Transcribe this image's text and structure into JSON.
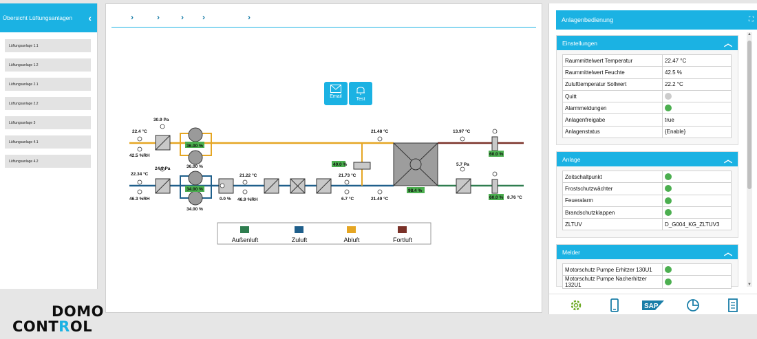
{
  "left_panel": {
    "title": "Übersicht Lüftungsanlagen",
    "collapse_icon": "chevron-left-icon",
    "items": [
      {
        "label": "Lüftungsanlage 1.1"
      },
      {
        "label": "Lüftungsanlage 1.2"
      },
      {
        "label": "Lüftungsanlage 2.1"
      },
      {
        "label": "Lüftungsanlage 2.2"
      },
      {
        "label": "Lüftungsanlage 3"
      },
      {
        "label": "Lüftungsanlage 4.1"
      },
      {
        "label": "Lüftungsanlage 4.2"
      }
    ]
  },
  "logo": {
    "line1": "DOMO",
    "line2_a": "CONT",
    "line2_b": "R",
    "line2_c": "OL"
  },
  "breadcrumb": {
    "separator": "›",
    "icon": "chevron-right-icon"
  },
  "notifications": {
    "email_label": "Email",
    "test_label": "Test"
  },
  "diagram": {
    "values": {
      "pressure_supply_fan": "30.9 Pa",
      "temp_exhaust_in": "22.4 °C",
      "humidity_exhaust": "42.5 %RH",
      "fan_exhaust_pct": "36.00 %",
      "fan_exhaust_pct2": "36.00 %",
      "pressure_supply": "24.8 Pa",
      "temp_supply_out": "22.34 °C",
      "humidity_supply": "46.3 %RH",
      "fan_supply_pct": "34.00 %",
      "fan_supply_pct2": "34.00 %",
      "valve_pct": "0.0 %",
      "temp_heater": "21.22 °C",
      "humidity_mid": "46.9 %RH",
      "bypass_pct": "40.0 %",
      "temp_mid": "21.73 °C",
      "temp_outside_hex": "6.7 °C",
      "temp_abluft_hex": "21.48 °C",
      "temp_zuluft_hex": "21.49 °C",
      "hex_efficiency": "98.4 %",
      "temp_fortluft": "13.97 °C",
      "pressure_outside": "5.7 Pa",
      "damper_fortluft_pct": "60.0 %",
      "damper_aussen_pct": "60.0 %",
      "temp_aussen": "8.76 °C"
    },
    "legend": [
      {
        "label": "Außenluft",
        "color": "#2e7d4f"
      },
      {
        "label": "Zuluft",
        "color": "#1f5f8b"
      },
      {
        "label": "Abluft",
        "color": "#e5a623"
      },
      {
        "label": "Fortluft",
        "color": "#7a3128"
      }
    ],
    "colors": {
      "aussenluft": "#2e7d4f",
      "zuluft": "#1f5f8b",
      "abluft": "#e5a623",
      "fortluft": "#7a3128",
      "status_green": "#4caf50"
    }
  },
  "right_panel": {
    "title": "Anlagenbedienung",
    "expand_icon": "expand-icon",
    "sections": {
      "einstellungen": {
        "title": "Einstellungen",
        "rows": [
          {
            "label": "Raummittelwert Temperatur",
            "value": "22.47 °C"
          },
          {
            "label": "Raummittelwert Feuchte",
            "value": "42.5 %"
          },
          {
            "label": "Zulufttemperatur Sollwert",
            "value": "22.2 °C"
          },
          {
            "label": "Quitt",
            "status": "grey"
          },
          {
            "label": "Alarmmeldungen",
            "status": "green"
          },
          {
            "label": "Anlagenfreigabe",
            "value": "true"
          },
          {
            "label": "Anlagenstatus",
            "value": "{Enable}"
          }
        ]
      },
      "anlage": {
        "title": "Anlage",
        "rows": [
          {
            "label": "Zeitschaltpunkt",
            "status": "green"
          },
          {
            "label": "Frostschutzwächter",
            "status": "green"
          },
          {
            "label": "Feueralarm",
            "status": "green"
          },
          {
            "label": "Brandschutzklappen",
            "status": "green"
          },
          {
            "label": "ZLTUV",
            "value": "D_G004_KG_ZLTUV3"
          }
        ]
      },
      "melder": {
        "title": "Melder",
        "rows": [
          {
            "label": "Motorschutz Pumpe Erhitzer 130U1",
            "status": "green"
          },
          {
            "label": "Motorschutz Pumpe Nacherhitzer 132U1",
            "status": "green"
          }
        ]
      }
    },
    "status_colors": {
      "green": "#4caf50",
      "grey": "#cccccc"
    },
    "toolbar": [
      "gear-icon",
      "mobile-icon",
      "sap-icon",
      "pie-chart-icon",
      "report-icon"
    ],
    "sap_label": "SAP"
  }
}
